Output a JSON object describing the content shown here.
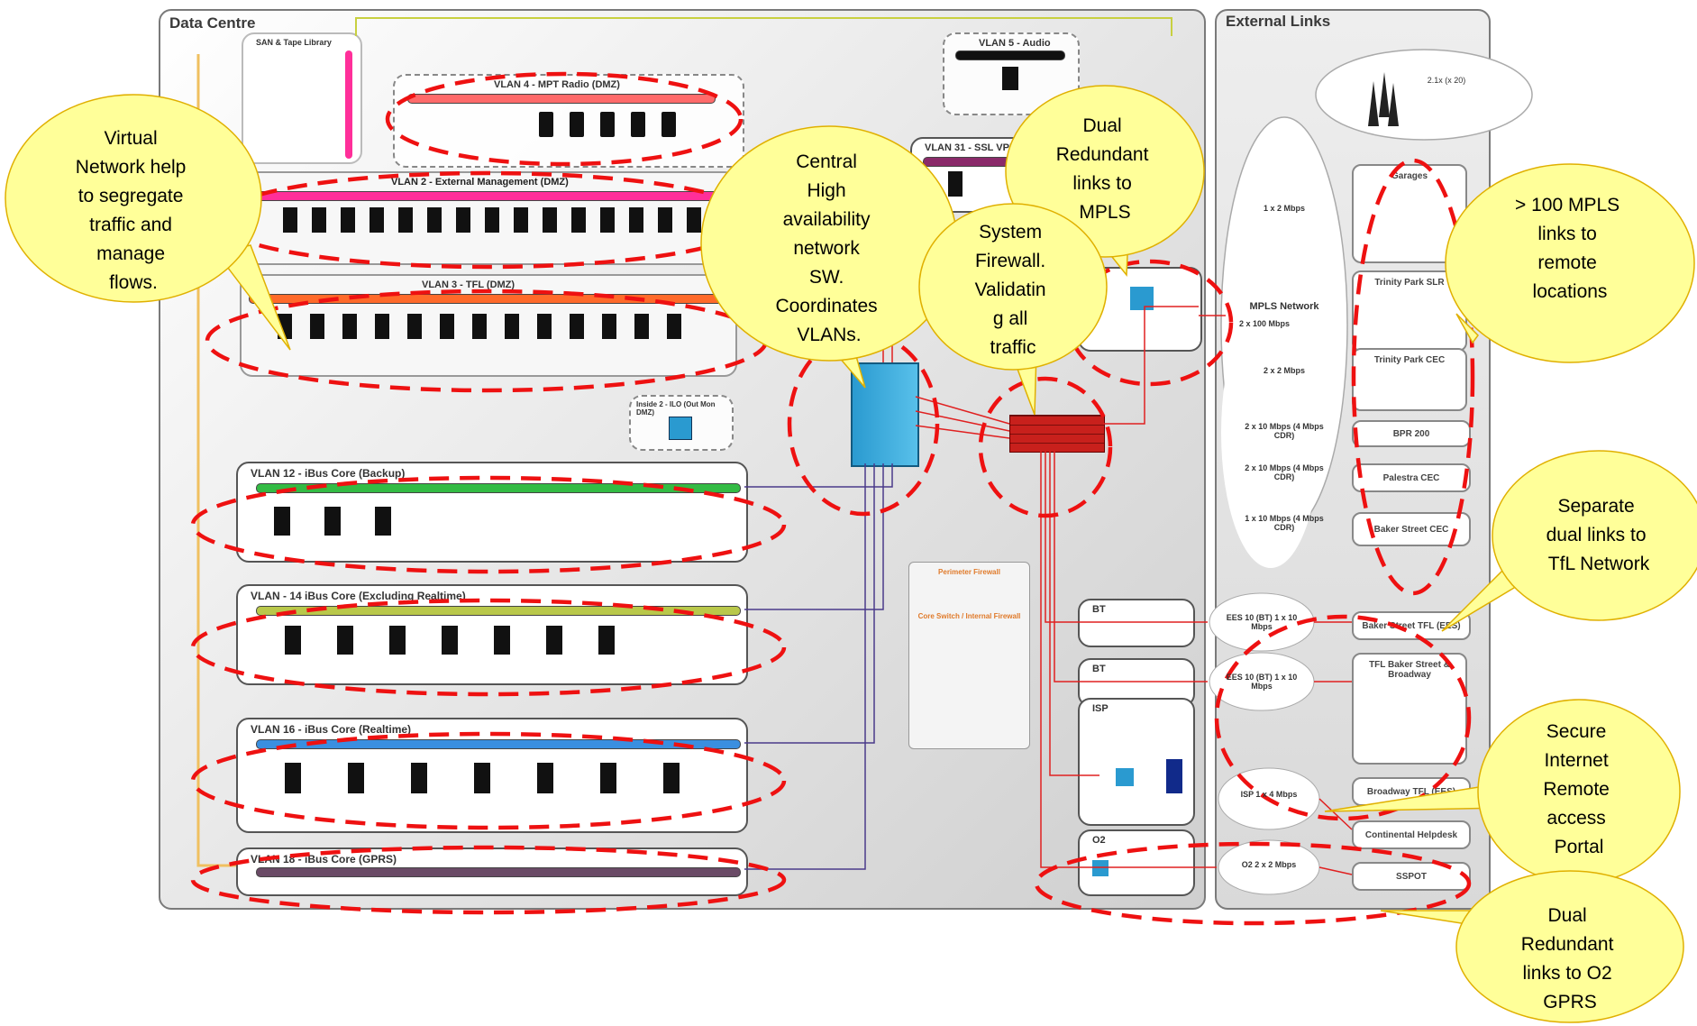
{
  "titles": {
    "data_centre": "Data Centre",
    "external_links": "External Links"
  },
  "zones": {
    "san": "SAN & Tape Library",
    "vlan4": "VLAN 4 - MPT Radio (DMZ)",
    "vlan5": "VLAN 5 - Audio",
    "vlan31": "VLAN 31 - SSL VPN",
    "vlan2": "VLAN 2 - External Management (DMZ)",
    "vlan3": "VLAN 3 - TFL (DMZ)",
    "inside_ilo": "Inside 2 - ILO (Out Mon DMZ)",
    "vlan12": "VLAN 12 - iBus Core (Backup)",
    "vlan14": "VLAN - 14 iBus Core (Excluding Realtime)",
    "vlan16": "VLAN 16 - iBus Core (Realtime)",
    "vlan18": "VLAN 18 - iBus Core (GPRS)",
    "bt1": "BT",
    "bt2": "BT",
    "isp": "ISP",
    "o2": "O2"
  },
  "external": {
    "mpls_label": "MPLS Network",
    "mpls_links": "2 x 100 Mbps",
    "links": [
      {
        "label": "1 x 2 Mbps"
      },
      {
        "label": "2 x 2 Mbps"
      },
      {
        "label": "2 x 10 Mbps (4 Mbps CDR)"
      },
      {
        "label": "2 x 10 Mbps (4 Mbps CDR)"
      },
      {
        "label": "1 x 10 Mbps (4 Mbps CDR)"
      }
    ],
    "sites": [
      {
        "label": "Garages"
      },
      {
        "label": "Trinity Park SLR"
      },
      {
        "label": "Trinity Park CEC"
      },
      {
        "label": "BPR 200"
      },
      {
        "label": "Palestra CEC"
      },
      {
        "label": "Baker Street CEC"
      },
      {
        "label": "Baker Street TFL (EES)"
      },
      {
        "label": "TFL Baker Street & Broadway"
      },
      {
        "label": "Broadway TFL (EES)"
      },
      {
        "label": "Continental Helpdesk"
      },
      {
        "label": "SSPOT"
      }
    ],
    "clouds": {
      "ees1": "EES 10 (BT) 1 x 10 Mbps",
      "ees2": "EES 10 (BT) 1 x 10 Mbps",
      "isp": "ISP 1 x 4 Mbps",
      "o2": "O2 2 x 2 Mbps",
      "radio": "2.1x (x 20)"
    }
  },
  "notes": {
    "perimeter_title": "Perimeter Firewall",
    "core_title": "Core Switch / Internal Firewall"
  },
  "callouts": {
    "virtual_network": [
      "Virtual",
      "Network help",
      "to segregate",
      "traffic and",
      "manage",
      "flows."
    ],
    "central_sw": [
      "Central",
      "High",
      "availability",
      "network",
      "SW.",
      "Coordinates",
      "VLANs."
    ],
    "dual_mpls": [
      "Dual",
      "Redundant",
      "links to",
      "MPLS"
    ],
    "firewall": [
      "System",
      "Firewall.",
      "Validatin",
      "g all",
      "traffic"
    ],
    "mpls_100": [
      "> 100 MPLS",
      "links to",
      "remote",
      "locations"
    ],
    "tfl_links": [
      "Separate",
      "dual links to",
      "TfL Network"
    ],
    "internet_portal": [
      "Secure",
      "Internet",
      "Remote",
      "access",
      "Portal"
    ],
    "o2_gprs": [
      "Dual",
      "Redundant",
      "links to O2",
      "GPRS"
    ]
  },
  "colors": {
    "callout_fill": "#ffff99",
    "callout_stroke": "#e0b000",
    "dash": "#ee1111",
    "vlan2_bus": "#ff2f9a",
    "vlan3_bus": "#ff6a2a",
    "vlan12_bus": "#33bb44",
    "vlan14_bus": "#b9c84a",
    "vlan16_bus": "#3a8fe0",
    "vlan18_bus": "#6a4a66",
    "firewall": "#c8201c",
    "switch": "#2a9ad0"
  }
}
